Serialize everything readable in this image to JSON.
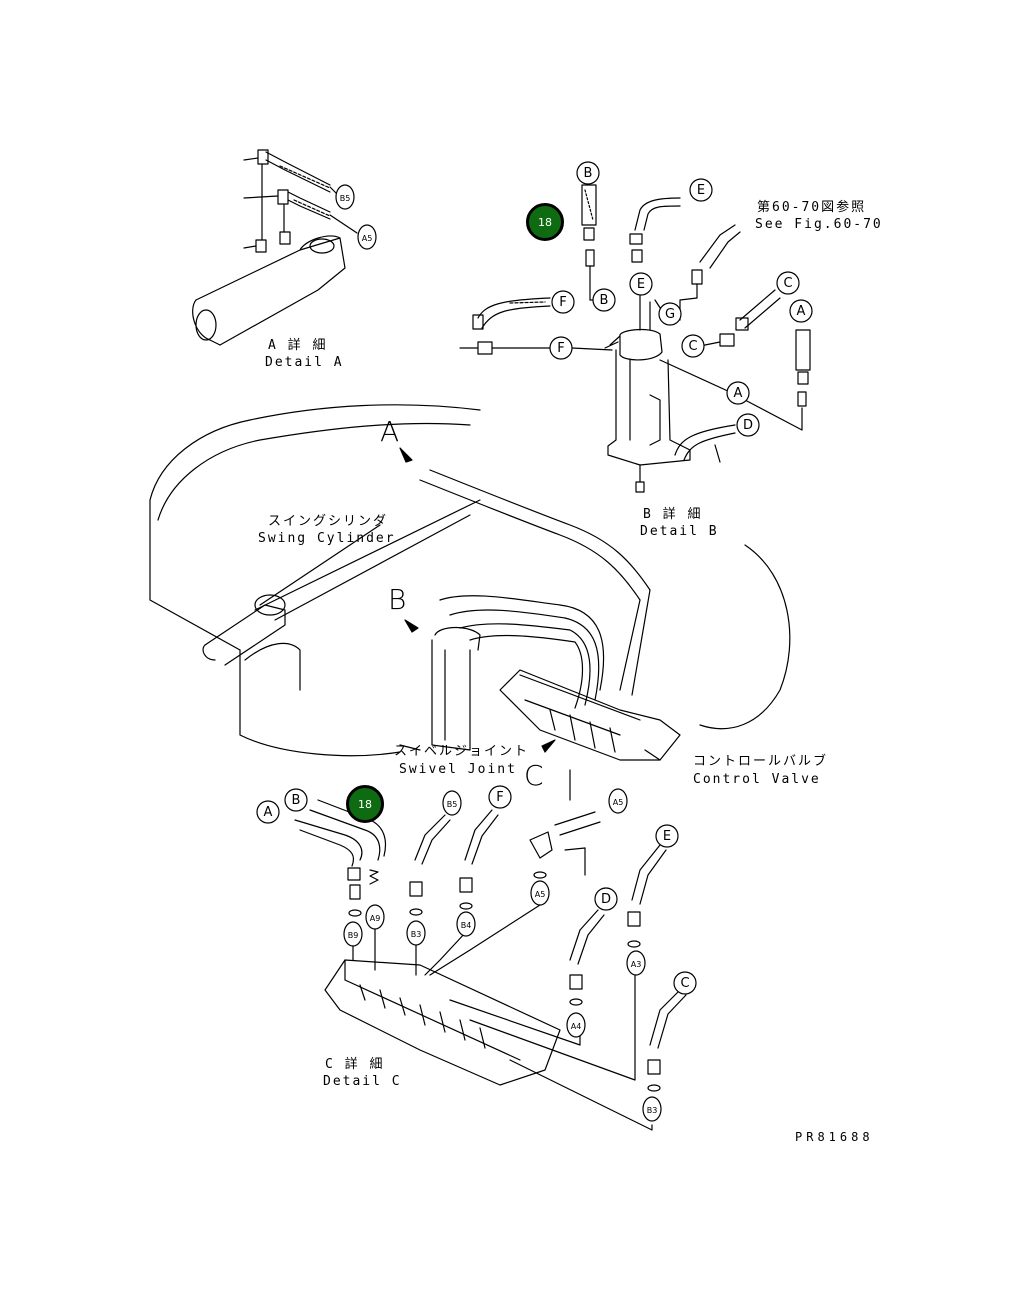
{
  "callouts": [
    {
      "id": "callout-18-detail-b",
      "label": "18"
    },
    {
      "id": "callout-18-detail-c",
      "label": "18"
    }
  ],
  "views": {
    "detail_a": {
      "jp": "A 詳 細",
      "en": "Detail A",
      "marker": "A"
    },
    "detail_b": {
      "jp": "B 詳 細",
      "en": "Detail B",
      "marker": "B"
    },
    "detail_c": {
      "jp": "C 詳 細",
      "en": "Detail C",
      "marker": "C"
    }
  },
  "components": {
    "swing_cylinder": {
      "jp": "スイングシリンダ",
      "en": "Swing Cylinder"
    },
    "swivel_joint": {
      "jp": "スイベルジョイント",
      "en": "Swivel Joint"
    },
    "control_valve": {
      "jp": "コントロールバルブ",
      "en": "Control Valve"
    }
  },
  "reference": {
    "jp": "第60-70図参照",
    "en": "See Fig.60-70"
  },
  "drawing_number": "PR81688",
  "port_labels": {
    "detail_a": [
      "B5",
      "A5"
    ],
    "detail_b": [
      "B",
      "E",
      "F",
      "B",
      "E",
      "G",
      "F",
      "C",
      "C",
      "A",
      "A",
      "D"
    ],
    "detail_c": [
      "A",
      "B",
      "B5",
      "F",
      "A5",
      "E",
      "B9",
      "A9",
      "B3",
      "B4",
      "A5",
      "D",
      "A3",
      "A4",
      "C",
      "B3"
    ]
  },
  "colors": {
    "callout_fill": "#0f6b12",
    "line": "#000000",
    "background": "#ffffff"
  }
}
